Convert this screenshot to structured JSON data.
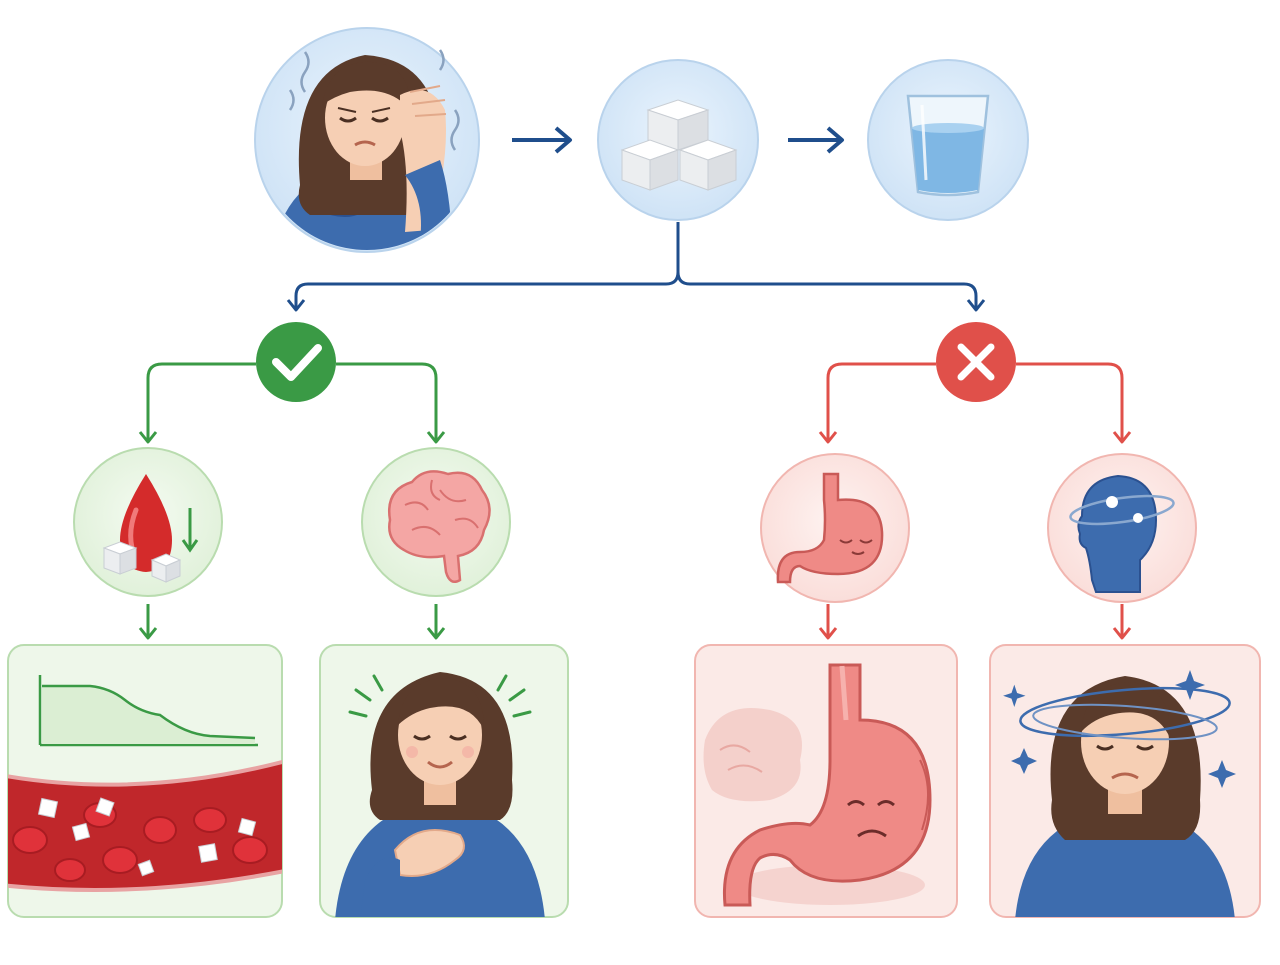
{
  "diagram": {
    "steps": [
      {
        "id": "symptom",
        "icon": "headache-woman-icon"
      },
      {
        "id": "sugar",
        "icon": "sugar-cubes-icon"
      },
      {
        "id": "water",
        "icon": "water-glass-icon"
      }
    ],
    "branches": {
      "positive": {
        "badge_icon": "checkmark-icon",
        "items": [
          {
            "icon": "blood-drop-sugar-down-icon",
            "panel": "blood-glucose-curve-bloodstream"
          },
          {
            "icon": "brain-icon",
            "panel": "relieved-woman"
          }
        ]
      },
      "negative": {
        "badge_icon": "cross-icon",
        "items": [
          {
            "icon": "stomach-icon",
            "panel": "upset-stomach"
          },
          {
            "icon": "dizzy-head-icon",
            "panel": "dizzy-woman"
          }
        ]
      }
    },
    "colors": {
      "flow_arrow": "#1f4e8c",
      "positive": "#3a9a45",
      "positive_fill": "#e8f5e3",
      "negative": "#e0504a",
      "negative_fill": "#fce8e6",
      "neutral_circle": "#d3e6f7",
      "shirt": "#3d6cae",
      "hair": "#5a3b2b",
      "skin": "#f6cfb4"
    }
  }
}
